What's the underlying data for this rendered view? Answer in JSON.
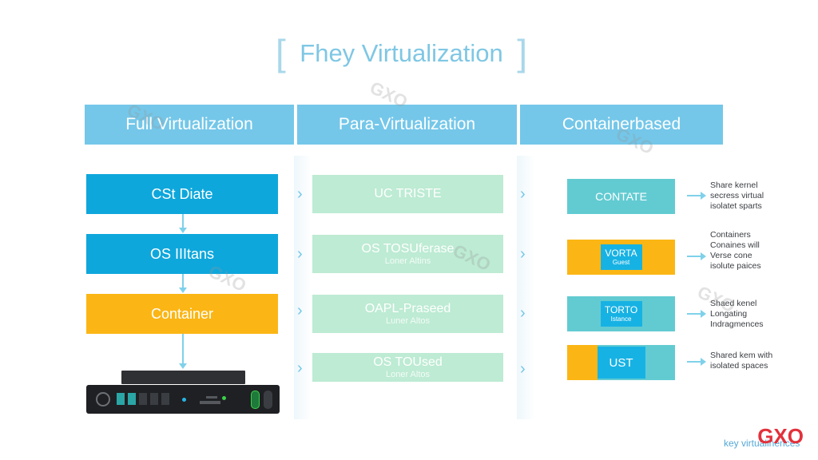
{
  "title": "Fhey Virtualization",
  "columns": [
    {
      "header": "Full Virtualization",
      "boxes": [
        "CSt Diate",
        "OS IIItans",
        "Container"
      ]
    },
    {
      "header": "Para-Virtualization",
      "boxes": [
        {
          "title": "UC TRISTE",
          "sub": ""
        },
        {
          "title": "OS TOSUferase",
          "sub": "Loner Altins"
        },
        {
          "title": "OAPL-Praseed",
          "sub": "Luner Altos"
        },
        {
          "title": "OS TOUsed",
          "sub": "Loner Altos"
        }
      ]
    },
    {
      "header": "Containerbased",
      "rows": [
        {
          "label": "CONTATE",
          "inner_title": "",
          "inner_sub": "",
          "note": "Share kernel\nsecress virtual\nisolatet sparts"
        },
        {
          "label": "",
          "inner_title": "VORTA",
          "inner_sub": "Guest",
          "note": "Containers\nConaines will\nVerse cone\nisolute paices"
        },
        {
          "label": "",
          "inner_title": "TORTO",
          "inner_sub": "Istance",
          "note": "Shaed kenel\nLongating\nIndragmences"
        },
        {
          "label": "",
          "inner_title": "UST",
          "inner_sub": "",
          "note": "Shared kem with\nisolated spaces"
        }
      ]
    }
  ],
  "watermark": "GXO",
  "brand": "GXO",
  "caption": "key virtualinences",
  "colors": {
    "header": "#74c7e9",
    "blue": "#0ea7dc",
    "amber": "#fbb615",
    "mint": "#bdebd3",
    "teal": "#62cbd2",
    "brand": "#e2313b"
  }
}
